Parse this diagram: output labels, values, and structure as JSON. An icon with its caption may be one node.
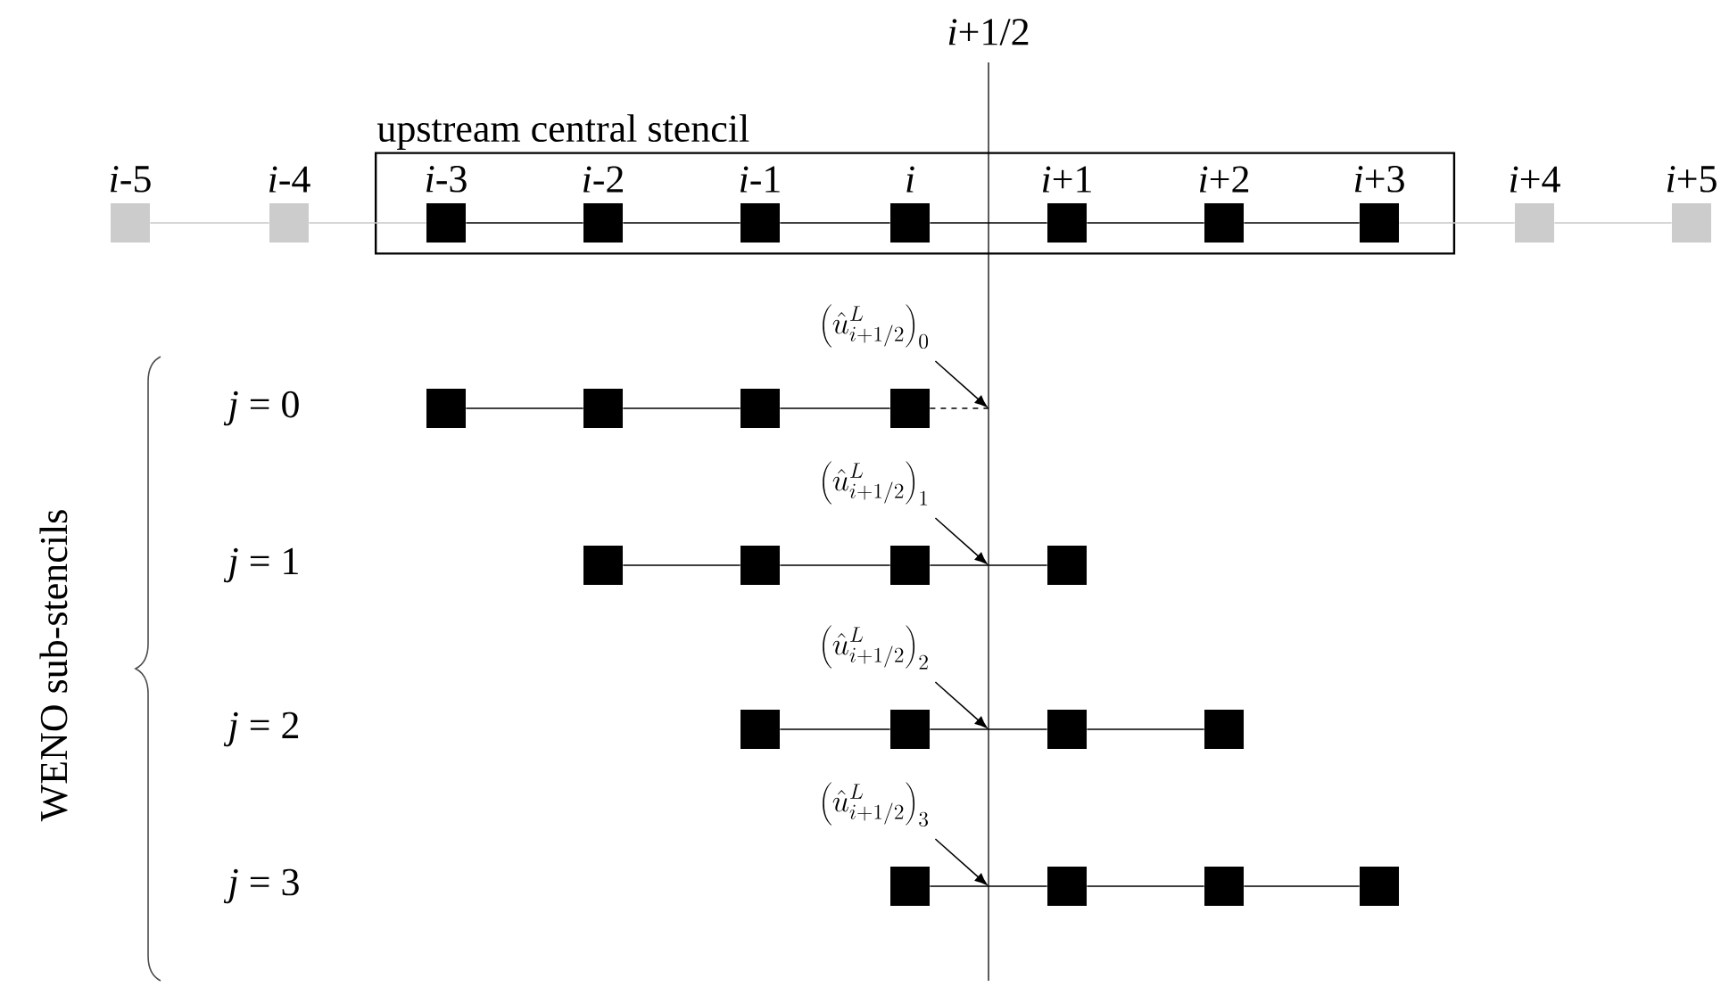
{
  "diagram": {
    "nodes": [
      {
        "text": [
          "upstream central stencil"
        ]
      },
      {
        "text": [],
        "shape": "box",
        "beside": [
          "*i*-5"
        ]
      },
      {
        "text": [],
        "shape": "box",
        "beside": [
          "*i*-4"
        ]
      },
      {
        "text": [],
        "shape": "box",
        "beside": [
          "*i*-3"
        ],
        "in": 0
      },
      {
        "text": [],
        "shape": "box",
        "beside": [
          "*i*-2"
        ],
        "in": 0
      },
      {
        "text": [],
        "shape": "box",
        "beside": [
          "*i*-1"
        ],
        "in": 0
      },
      {
        "text": [],
        "shape": "box",
        "beside": [
          "*i*"
        ],
        "in": 0
      },
      {
        "text": [],
        "shape": "box",
        "beside": [
          "*i*+1"
        ],
        "in": 0
      },
      {
        "text": [],
        "shape": "box",
        "beside": [
          "*i*+2"
        ],
        "in": 0
      },
      {
        "text": [],
        "shape": "box",
        "beside": [
          "*i*+3"
        ],
        "in": 0
      },
      {
        "text": [],
        "shape": "box",
        "beside": [
          "*i*+4"
        ]
      },
      {
        "text": [],
        "shape": "box",
        "beside": [
          "*i*+5"
        ]
      },
      {
        "text": [],
        "shape": "box"
      },
      {
        "text": [],
        "shape": "box"
      },
      {
        "text": [],
        "shape": "box"
      },
      {
        "text": [],
        "shape": "box"
      },
      {
        "text": [],
        "shape": "box"
      },
      {
        "text": [],
        "shape": "box"
      },
      {
        "text": [],
        "shape": "box"
      },
      {
        "text": [],
        "shape": "box"
      },
      {
        "text": [],
        "shape": "box"
      },
      {
        "text": [],
        "shape": "box"
      },
      {
        "text": [],
        "shape": "box"
      },
      {
        "text": [],
        "shape": "box"
      },
      {
        "text": [],
        "shape": "box"
      },
      {
        "text": [],
        "shape": "box"
      },
      {
        "text": [],
        "shape": "box"
      },
      {
        "text": [],
        "shape": "box"
      },
      {
        "text": [
          "\\left(\\hat{u}^{L}_{i+1/2}\\right)_{0}"
        ]
      },
      {
        "text": [
          "\\left(\\hat{u}^{L}_{i+1/2}\\right)_{1}"
        ]
      },
      {
        "text": [
          "\\left(\\hat{u}^{L}_{i+1/2}\\right)_{2}"
        ]
      },
      {
        "text": [
          "\\left(\\hat{u}^{L}_{i+1/2}\\right)_{3}"
        ]
      }
    ],
    "edges": [
      {
        "from": 1,
        "to": 2,
        "arrow": "none",
        "color": "#c8c8c8"
      },
      {
        "from": 2,
        "to": 3,
        "arrow": "none",
        "color": "#c8c8c8"
      },
      {
        "from": 3,
        "to": 4,
        "arrow": "none"
      },
      {
        "from": 4,
        "to": 5,
        "arrow": "none"
      },
      {
        "from": 5,
        "to": 6,
        "arrow": "none"
      },
      {
        "from": 6,
        "to": 7,
        "arrow": "none"
      },
      {
        "from": 7,
        "to": 8,
        "arrow": "none"
      },
      {
        "from": 8,
        "to": 9,
        "arrow": "none"
      },
      {
        "from": 9,
        "to": 10,
        "arrow": "none",
        "color": "#c8c8c8"
      },
      {
        "from": 10,
        "to": 11,
        "arrow": "none",
        "color": "#c8c8c8"
      },
      {
        "from": 12,
        "to": 13,
        "arrow": "none"
      },
      {
        "from": 13,
        "to": 14,
        "arrow": "none"
      },
      {
        "from": 14,
        "to": 15,
        "arrow": "none"
      },
      {
        "from": 15,
        "to": null,
        "arrow": "none",
        "style": "dashed"
      },
      {
        "from": 16,
        "to": 17,
        "arrow": "none"
      },
      {
        "from": 17,
        "to": 18,
        "arrow": "none"
      },
      {
        "from": 18,
        "to": 19,
        "arrow": "none"
      },
      {
        "from": 20,
        "to": 21,
        "arrow": "none"
      },
      {
        "from": 21,
        "to": 22,
        "arrow": "none"
      },
      {
        "from": 22,
        "to": 23,
        "arrow": "none"
      },
      {
        "from": 24,
        "to": 25,
        "arrow": "none"
      },
      {
        "from": 25,
        "to": 26,
        "arrow": "none"
      },
      {
        "from": 26,
        "to": 27,
        "arrow": "none"
      },
      {
        "from": 28,
        "to": null,
        "arrow": "to"
      },
      {
        "from": 29,
        "to": null,
        "arrow": "to"
      },
      {
        "from": 30,
        "to": null,
        "arrow": "to"
      },
      {
        "from": 31,
        "to": null,
        "arrow": "to"
      }
    ],
    "labels": [
      "*i*+1/2",
      "*j* = 0",
      "*j* = 1",
      "*j* = 2",
      "*j* = 3",
      "WENO sub-stencils"
    ]
  }
}
